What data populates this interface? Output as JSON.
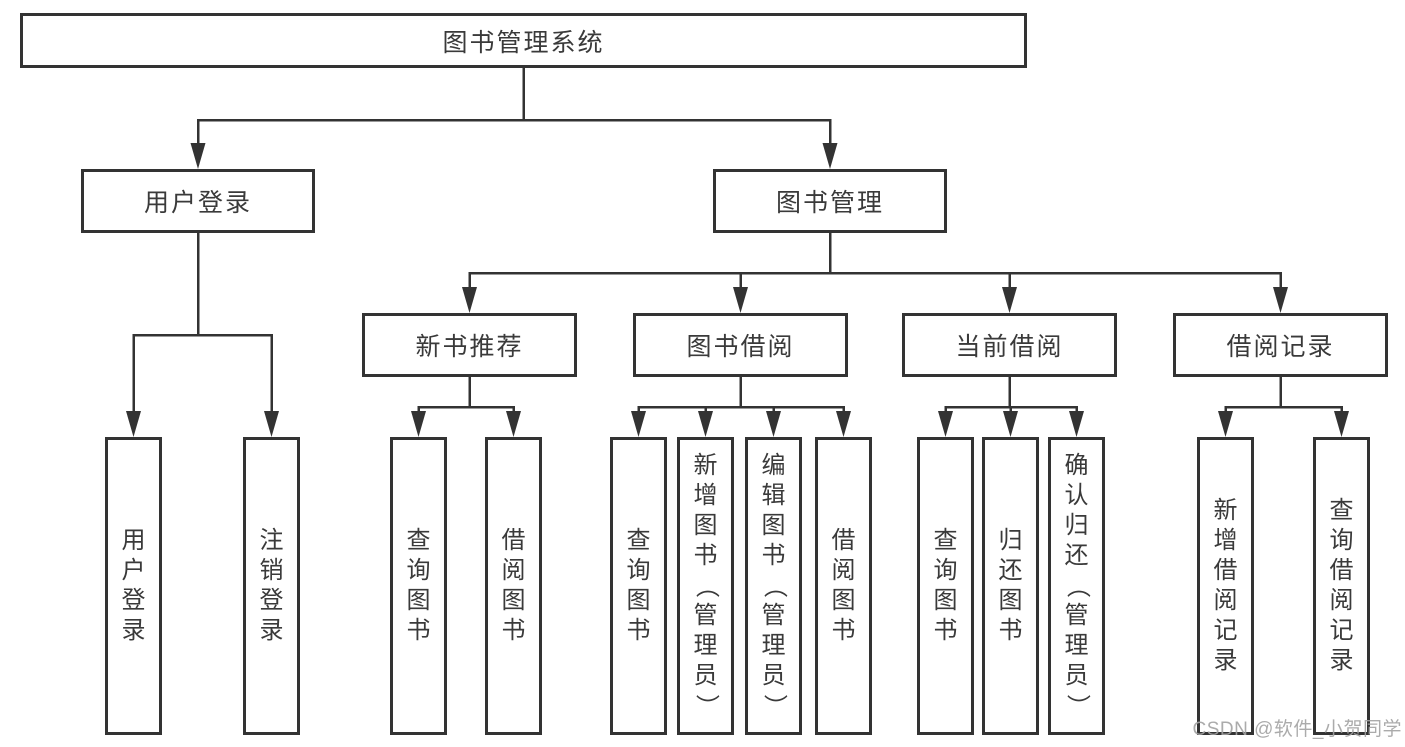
{
  "colors": {
    "line": "#333333",
    "box_border": "#333333",
    "box_background": "#ffffff",
    "text": "#3a3a3a",
    "watermark": "#a3a3a3"
  },
  "nodes": {
    "root": {
      "label": "图书管理系统"
    },
    "user_login": {
      "label": "用户登录"
    },
    "book_management": {
      "label": "图书管理"
    },
    "new_book_recommend": {
      "label": "新书推荐"
    },
    "book_borrow": {
      "label": "图书借阅"
    },
    "current_borrow": {
      "label": "当前借阅"
    },
    "borrow_records": {
      "label": "借阅记录"
    },
    "leaves": [
      {
        "label": "用户登录",
        "group": "用户登录"
      },
      {
        "label": "注销登录",
        "group": "用户登录"
      },
      {
        "label": "查询图书",
        "group": "新书推荐"
      },
      {
        "label": "借阅图书",
        "group": "新书推荐"
      },
      {
        "label": "查询图书",
        "group": "图书借阅"
      },
      {
        "label": "新增图书（管理员）",
        "group": "图书借阅"
      },
      {
        "label": "编辑图书（管理员）",
        "group": "图书借阅"
      },
      {
        "label": "借阅图书",
        "group": "图书借阅"
      },
      {
        "label": "查询图书",
        "group": "当前借阅"
      },
      {
        "label": "归还图书",
        "group": "当前借阅"
      },
      {
        "label": "确认归还（管理员）",
        "group": "当前借阅"
      },
      {
        "label": "新增借阅记录",
        "group": "借阅记录"
      },
      {
        "label": "查询借阅记录",
        "group": "借阅记录"
      }
    ]
  },
  "watermark": {
    "text": "CSDN @软件_小贺同学"
  }
}
